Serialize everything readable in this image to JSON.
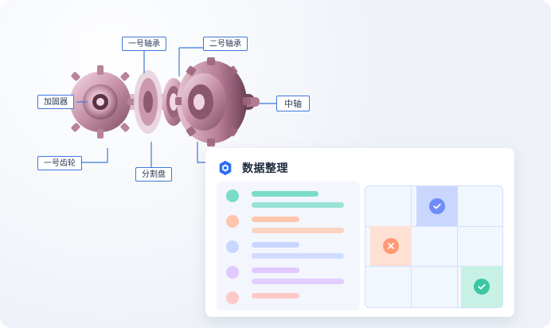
{
  "colors": {
    "background": "#eef2f8",
    "callout_border": "#3f78d9",
    "panel_title": "#1d2a3b",
    "teal": "#7bdcc7",
    "peach": "#ffc6ad",
    "lavender": "#c9d7ff",
    "violet": "#e0c9ff",
    "pink": "#ffc9c9",
    "check_blue": "#6f8df7",
    "x_peach": "#ff9a74",
    "check_teal": "#3cc7a3"
  },
  "assembly_labels": {
    "bearing_1": "一号轴承",
    "bearing_2": "二号轴承",
    "fastener": "加固器",
    "gear_1": "一号齿轮",
    "divider_disc": "分割盘",
    "middle_shaft": "中轴"
  },
  "panel": {
    "title": "数据整理",
    "icon": "hex-data-icon"
  },
  "grid_icons": {
    "check": "check-icon",
    "close": "close-icon"
  }
}
